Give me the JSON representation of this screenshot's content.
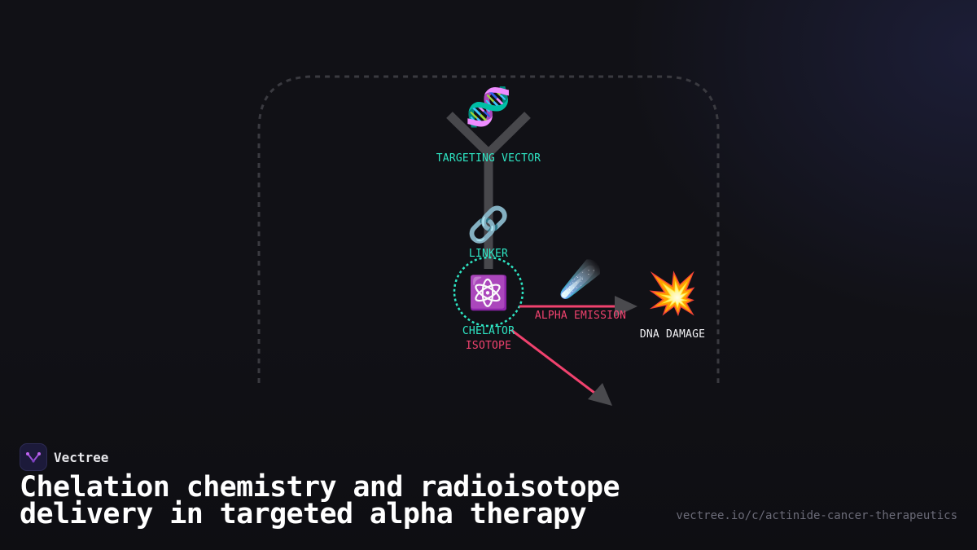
{
  "diagram": {
    "nodes": {
      "targeting_vector": {
        "icon": "dna-icon",
        "label": "TARGETING VECTOR"
      },
      "linker": {
        "icon": "link-icon",
        "label": "LINKER"
      },
      "chelator": {
        "icon": "atom-icon",
        "label": "CHELATOR",
        "sublabel": "ISOTOPE"
      },
      "alpha": {
        "icon": "comet-icon",
        "label": "ALPHA EMISSION"
      },
      "dna_damage": {
        "icon": "collision-icon",
        "label": "DNA DAMAGE"
      }
    },
    "colors": {
      "accent_teal": "#2ee6c4",
      "accent_pink": "#f0426e",
      "antibody_gray": "#4a4a4e",
      "background": "#111116"
    }
  },
  "brand": {
    "name": "Vectree"
  },
  "title": {
    "line1": "Chelation chemistry and radioisotope",
    "line2": "delivery in targeted alpha therapy"
  },
  "url": "vectree.io/c/actinide-cancer-therapeutics"
}
